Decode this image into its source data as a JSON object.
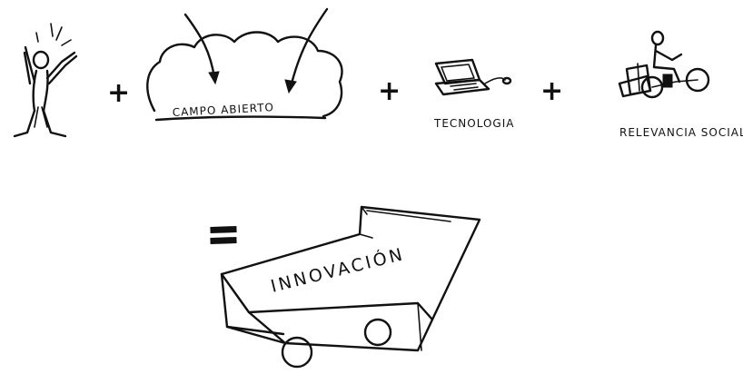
{
  "diagram": {
    "operators": {
      "plus": "+",
      "equals": "="
    },
    "terms": [
      {
        "label": "",
        "icon": "person-cheering-icon"
      },
      {
        "label": "CAMPO ABIERTO",
        "icon": "cloud-field-icon"
      },
      {
        "label": "TECNOLOGIA",
        "icon": "laptop-icon"
      },
      {
        "label": "RELEVANCIA SOCIAL",
        "icon": "person-on-cart-icon"
      }
    ],
    "result": {
      "label": "INNOVACIÓN",
      "icon": "arrow-vehicle-icon"
    }
  }
}
